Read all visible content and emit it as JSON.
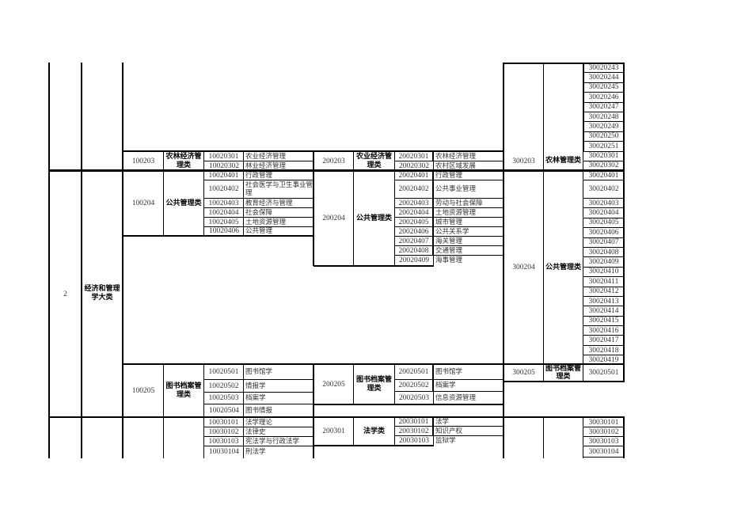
{
  "top_section": {
    "right_codes_tail": [
      "30020243",
      "30020244",
      "30020245",
      "30020246",
      "30020247",
      "30020248",
      "30020249",
      "30020250",
      "30020251"
    ]
  },
  "group_1002_03": {
    "c1": {
      "code": "100203",
      "name": "农林经济管理类",
      "majors": [
        {
          "code": "10020301",
          "name": "农业经济管理"
        },
        {
          "code": "10020302",
          "name": "林业经济管理"
        }
      ]
    },
    "c2": {
      "code": "200203",
      "name": "农业经济管理类",
      "majors": [
        {
          "code": "20020301",
          "name": "农林经济管理"
        },
        {
          "code": "20020302",
          "name": "农村区域发展"
        }
      ]
    },
    "c3": {
      "code": "300203",
      "name": "农林管理类",
      "majors": [
        "30020301",
        "30020302"
      ]
    }
  },
  "big_category": {
    "index": "2",
    "name": "经济和管理学大类"
  },
  "group_1002_04": {
    "c1": {
      "code": "100204",
      "name": "公共管理类",
      "majors": [
        {
          "code": "10020401",
          "name": "行政管理"
        },
        {
          "code": "10020402",
          "name": "社会医学与卫生事业管理"
        },
        {
          "code": "10020403",
          "name": "教育经济与管理"
        },
        {
          "code": "10020404",
          "name": "社会保障"
        },
        {
          "code": "10020405",
          "name": "土地资源管理"
        },
        {
          "code": "10020406",
          "name": "公共管理"
        }
      ]
    },
    "c2": {
      "code": "200204",
      "name": "公共管理类",
      "majors": [
        {
          "code": "20020401",
          "name": "行政管理"
        },
        {
          "code": "20020402",
          "name": "公共事业管理"
        },
        {
          "code": "20020403",
          "name": "劳动与社会保障"
        },
        {
          "code": "20020404",
          "name": "土地资源管理"
        },
        {
          "code": "20020405",
          "name": "城市管理"
        },
        {
          "code": "20020406",
          "name": "公共关系学"
        },
        {
          "code": "20020407",
          "name": "海关管理"
        },
        {
          "code": "20020408",
          "name": "交通管理"
        },
        {
          "code": "20020409",
          "name": "海事管理"
        }
      ]
    },
    "c3": {
      "code": "300204",
      "name": "公共管理类",
      "majors": [
        "30020401",
        "30020402",
        "30020403",
        "30020404",
        "30020405",
        "30020406",
        "30020407",
        "30020408",
        "30020409",
        "30020410",
        "30020411",
        "30020412",
        "30020413",
        "30020414",
        "30020415",
        "30020416",
        "30020417",
        "30020418",
        "30020419"
      ]
    }
  },
  "group_1002_05": {
    "c1": {
      "code": "100205",
      "name": "图书档案管理类",
      "majors": [
        {
          "code": "10020501",
          "name": "图书馆学"
        },
        {
          "code": "10020502",
          "name": "情报学"
        },
        {
          "code": "10020503",
          "name": "档案学"
        },
        {
          "code": "10020504",
          "name": "图书情报"
        }
      ]
    },
    "c2": {
      "code": "200205",
      "name": "图书档案管理类",
      "majors": [
        {
          "code": "20020501",
          "name": "图书馆学"
        },
        {
          "code": "20020502",
          "name": "档案学"
        },
        {
          "code": "20020503",
          "name": "信息资源管理"
        }
      ]
    },
    "c3": {
      "code": "300205",
      "name": "图书档案管理类",
      "majors": [
        "30020501"
      ]
    }
  },
  "group_1003_01": {
    "c1": {
      "majors": [
        {
          "code": "10030101",
          "name": "法学理论"
        },
        {
          "code": "10030102",
          "name": "法律史"
        },
        {
          "code": "10030103",
          "name": "宪法学与行政法学"
        },
        {
          "code": "10030104",
          "name": "刑法学"
        }
      ]
    },
    "c2": {
      "code": "200301",
      "name": "法学类",
      "majors": [
        {
          "code": "20030101",
          "name": "法学"
        },
        {
          "code": "20030102",
          "name": "知识产权"
        },
        {
          "code": "20030103",
          "name": "监狱学"
        }
      ]
    },
    "c3": {
      "majors": [
        "30030101",
        "30030102",
        "30030103",
        "30030104"
      ]
    }
  }
}
